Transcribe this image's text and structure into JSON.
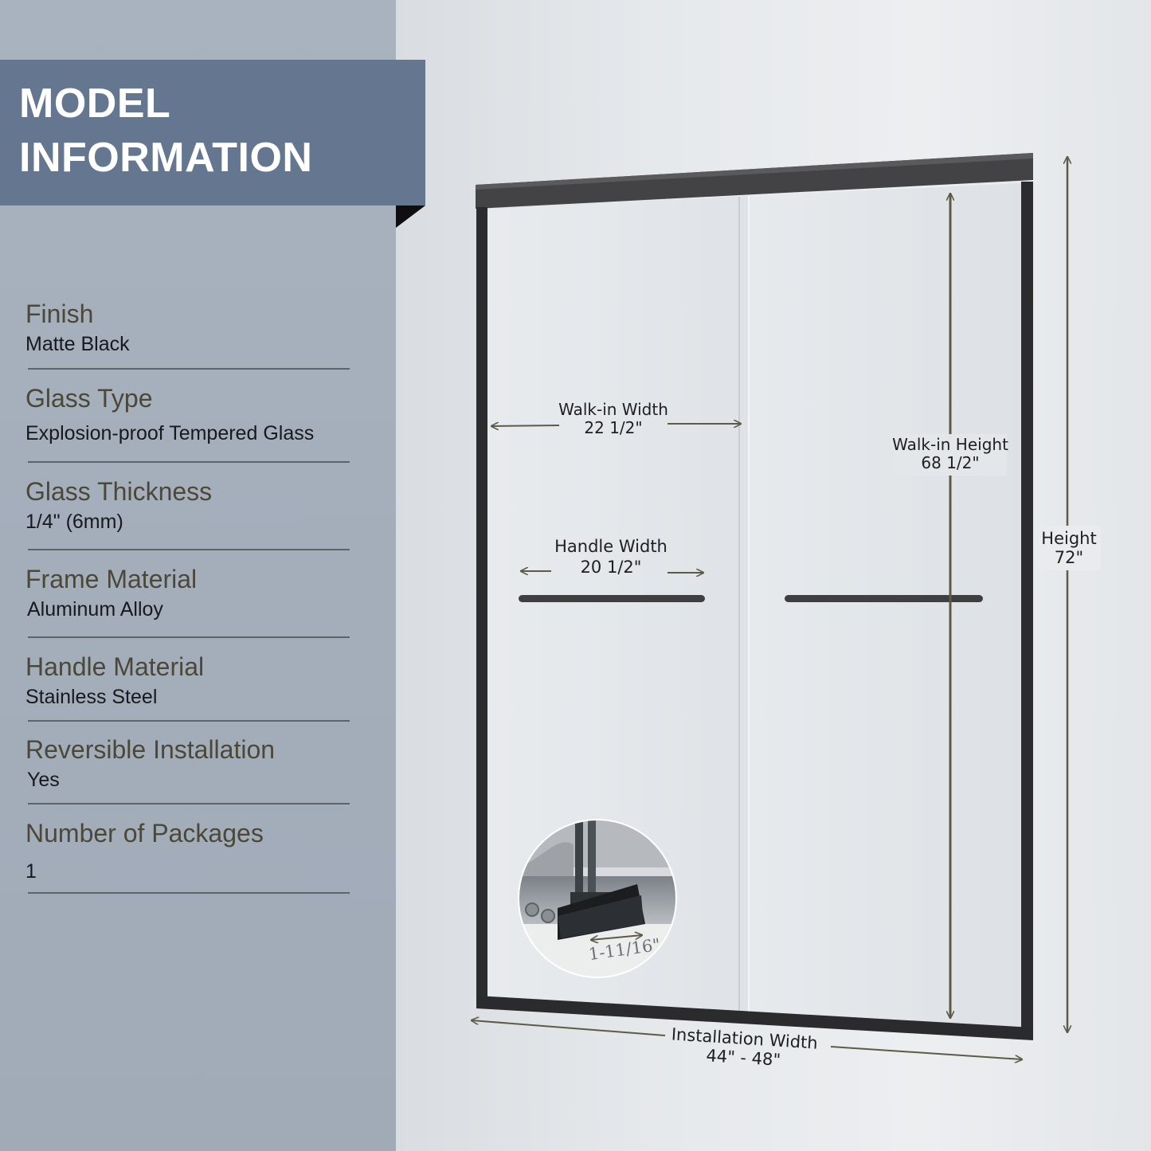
{
  "title": {
    "line1": "MODEL",
    "line2": "INFORMATION"
  },
  "specs": [
    {
      "label": "Finish",
      "value": "Matte Black"
    },
    {
      "label": "Glass Type",
      "value": "Explosion-proof Tempered Glass"
    },
    {
      "label": "Glass Thickness",
      "value": "1/4\" (6mm)"
    },
    {
      "label": "Frame Material",
      "value": "Aluminum Alloy"
    },
    {
      "label": "Handle Material",
      "value": "Stainless Steel"
    },
    {
      "label": "Reversible Installation",
      "value": "Yes"
    },
    {
      "label": "Number of Packages",
      "value": "1"
    }
  ],
  "dimensions": {
    "walk_in_width": {
      "label": "Walk-in Width",
      "value": "22 1/2\""
    },
    "handle_width": {
      "label": "Handle Width",
      "value": "20 1/2\""
    },
    "walk_in_height": {
      "label": "Walk-in Height",
      "value": "68 1/2\""
    },
    "height": {
      "label": "Height",
      "value": "72\""
    },
    "installation_width": {
      "label": "Installation Width",
      "value": "44\" - 48\""
    },
    "track_depth": {
      "value": "1-11/16\""
    }
  },
  "colors": {
    "title_bg": "#657790",
    "panel_bg": "#a4aebb",
    "frame": "#2b2b2e",
    "dimension_line": "#5e5a48"
  }
}
